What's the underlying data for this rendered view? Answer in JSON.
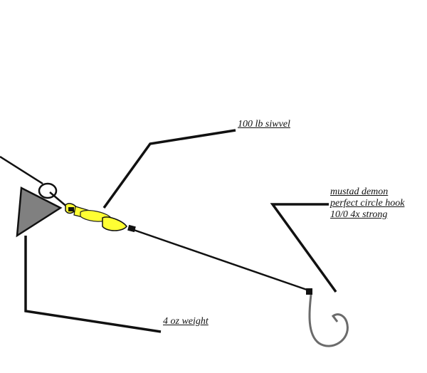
{
  "labels": {
    "swivel": "100 lb siwvel",
    "hook_line1": "mustad demon",
    "hook_line2": "perfect circle hook",
    "hook_line3": "10/0 4x strong",
    "weight": "4 oz weight"
  },
  "colors": {
    "line": "#111111",
    "weight_fill": "#808080",
    "swivel_fill": "#ffff33",
    "hook": "#6b6b6b",
    "background": "#ffffff"
  }
}
